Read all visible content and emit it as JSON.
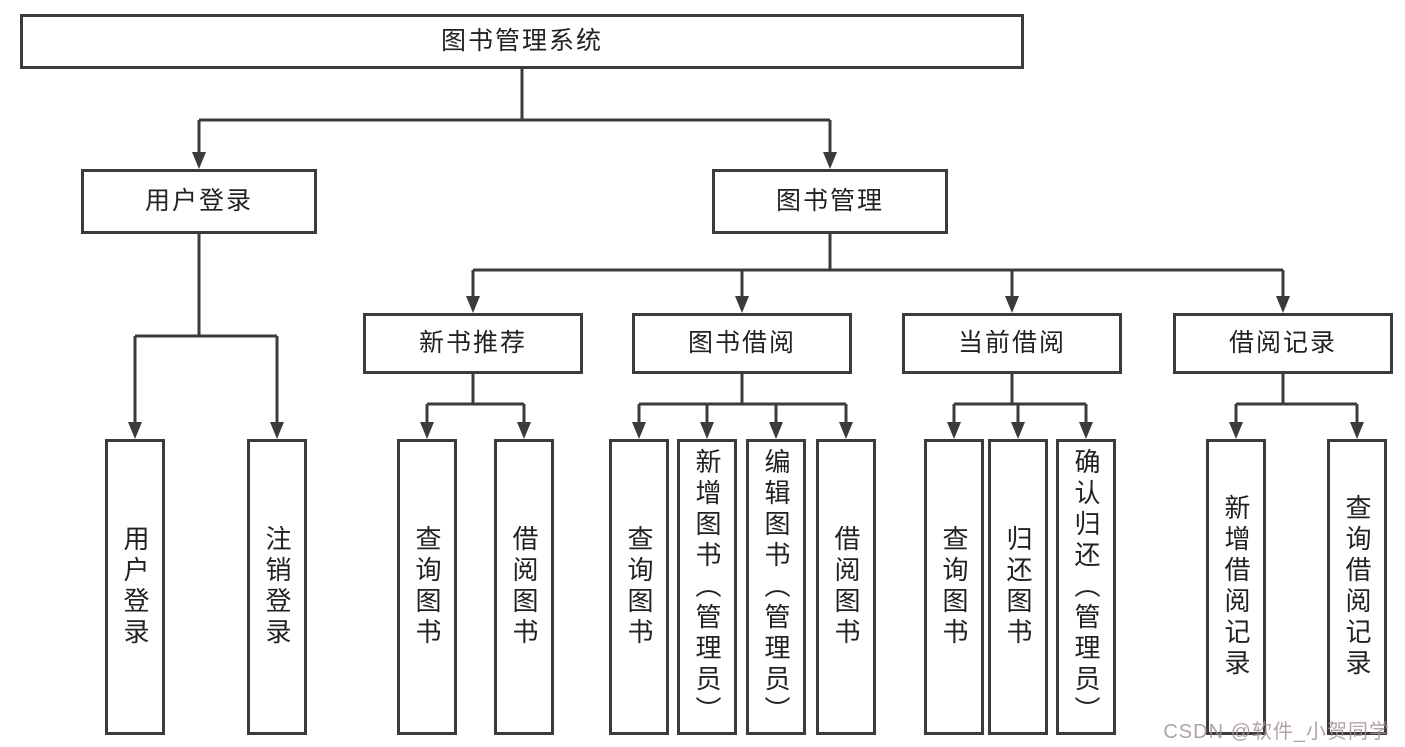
{
  "diagram_title": "图书管理系统",
  "nodes": {
    "root": {
      "label": "图书管理系统"
    },
    "level2": [
      {
        "label": "用户登录"
      },
      {
        "label": "图书管理"
      }
    ],
    "level3": [
      {
        "label": "新书推荐"
      },
      {
        "label": "图书借阅"
      },
      {
        "label": "当前借阅"
      },
      {
        "label": "借阅记录"
      }
    ],
    "leaves": [
      {
        "label": "用户登录"
      },
      {
        "label": "注销登录"
      },
      {
        "label": "查询图书"
      },
      {
        "label": "借阅图书"
      },
      {
        "label": "查询图书"
      },
      {
        "label": "新增图书（管理员）"
      },
      {
        "label": "编辑图书（管理员）"
      },
      {
        "label": "借阅图书"
      },
      {
        "label": "查询图书"
      },
      {
        "label": "归还图书"
      },
      {
        "label": "确认归还（管理员）"
      },
      {
        "label": "新增借阅记录"
      },
      {
        "label": "查询借阅记录"
      }
    ]
  },
  "watermark": {
    "text": "CSDN @软件_小贺同学"
  },
  "colors": {
    "line": "#3b3b3b",
    "text": "#222222",
    "watermark": "#a39494",
    "background": "#ffffff"
  }
}
